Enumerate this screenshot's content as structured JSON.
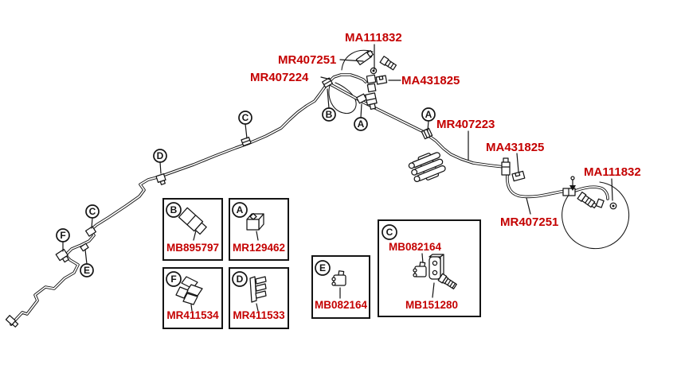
{
  "colors": {
    "callout_red": "#c40000",
    "line_black": "#141414",
    "background": "#ffffff"
  },
  "callouts": {
    "ma111832_top": "MA111832",
    "mr407251_top": "MR407251",
    "mr407224": "MR407224",
    "ma431825_top": "MA431825",
    "mr407223": "MR407223",
    "ma431825_right": "MA431825",
    "ma111832_right": "MA111832",
    "mr407251_right": "MR407251"
  },
  "markers": {
    "b": "B",
    "a_top": "A",
    "a_right": "A",
    "c_mid": "C",
    "d": "D",
    "c_left": "C",
    "f": "F",
    "e": "E"
  },
  "detail_boxes": {
    "b": {
      "letter": "B",
      "part_number": "MB895797"
    },
    "a": {
      "letter": "A",
      "part_number": "MR129462"
    },
    "f": {
      "letter": "F",
      "part_number": "MR411534"
    },
    "d": {
      "letter": "D",
      "part_number": "MR411533"
    },
    "e": {
      "letter": "E",
      "part_number": "MB082164"
    },
    "c": {
      "letter": "C",
      "part_number_clip": "MB082164",
      "part_number_screw": "MB151280"
    }
  }
}
